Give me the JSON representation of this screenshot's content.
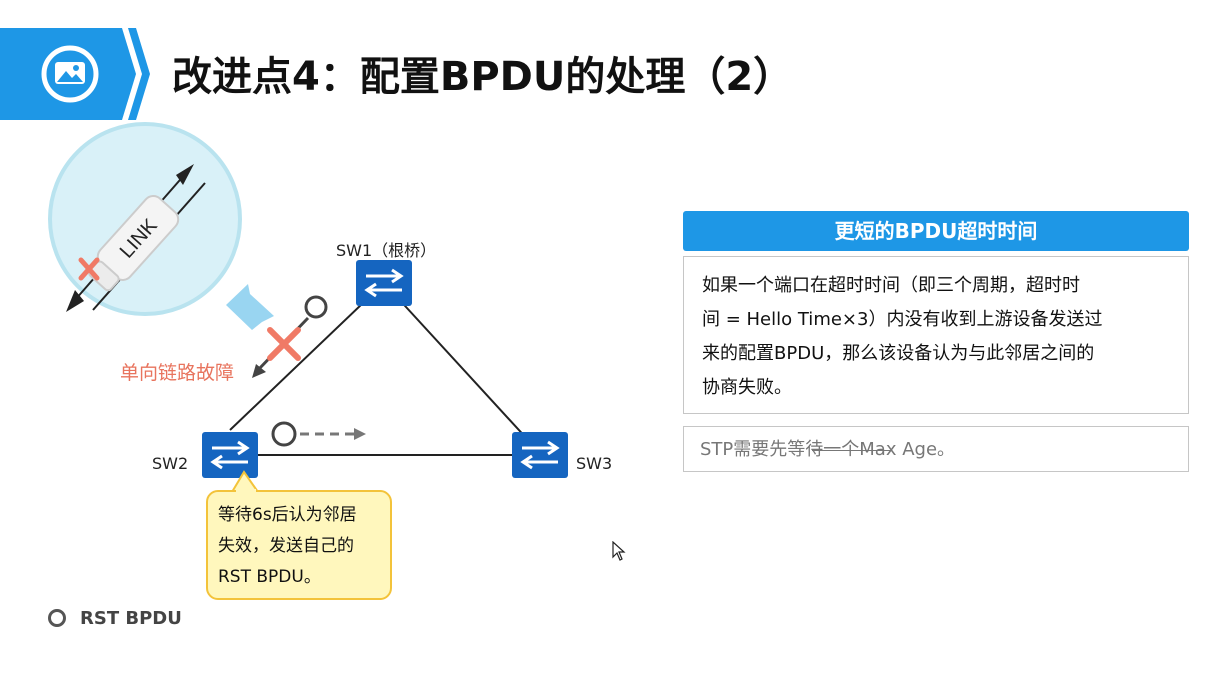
{
  "header": {
    "title": "改进点4：配置BPDU的处理（2）"
  },
  "diagram": {
    "sw1_label": "SW1（根桥）",
    "sw2_label": "SW2",
    "sw3_label": "SW3",
    "link_text": "LINK",
    "fault_label": "单向链路故障",
    "callout_lines": [
      "等待6s后认为邻居",
      "失效，发送自己的",
      "RST BPDU。"
    ],
    "legend_label": "RST BPDU",
    "colors": {
      "brand": "#1e97e6",
      "switch": "#1565c0",
      "fault": "#e8745e",
      "callout_bg": "#fff7bd"
    }
  },
  "panel": {
    "heading": "更短的BPDU超时时间",
    "body_lines": [
      "如果一个端口在超时时间（即三个周期，超时时",
      "间 = Hello  Time×3）内没有收到上游设备发送过",
      "来的配置BPDU，那么该设备认为与此邻居之间的",
      "协商失败。"
    ],
    "note": "STP需要先等待一个Max Age。"
  }
}
